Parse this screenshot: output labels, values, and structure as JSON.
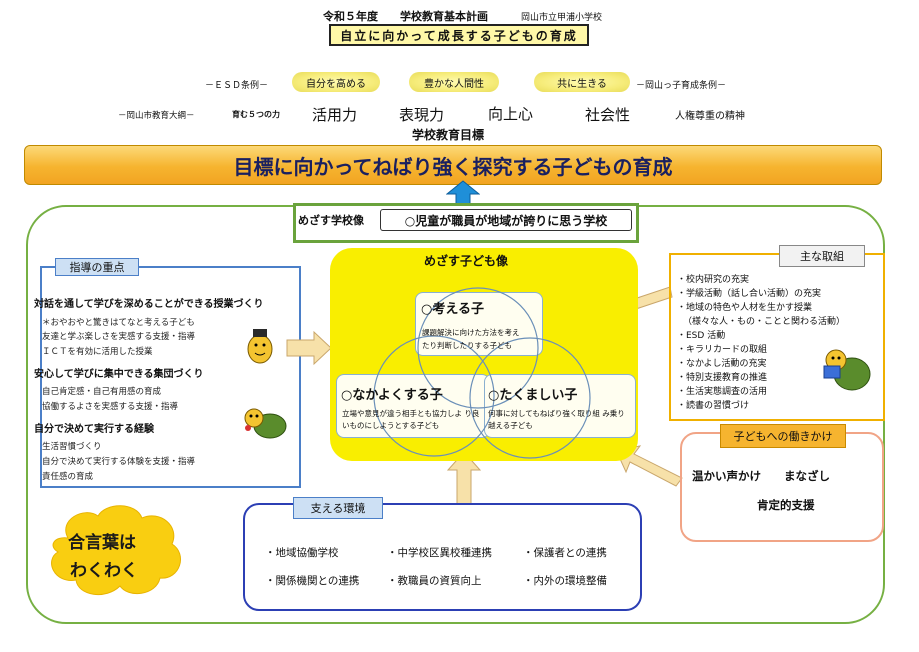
{
  "header": {
    "year_plan": "令和５年度　　学校教育基本計画",
    "school": "岡山市立甲浦小学校",
    "subtitle": "自立に向かって成長する子どもの育成"
  },
  "row_esd": {
    "left_label": "－ＥＳＤ条例－",
    "right_label": "－岡山っ子育成条例－",
    "pills": [
      "自分を高める",
      "豊かな人間性",
      "共に生きる"
    ]
  },
  "row_outline": {
    "left_label": "－岡山市教育大綱－",
    "sub_label": "育む５つの力",
    "powers": [
      "活用力",
      "表現力",
      "向上心",
      "社会性",
      "人権尊重の精神"
    ]
  },
  "school_goal": {
    "heading": "学校教育目標",
    "text": "目標に向かってねばり強く探究する子どもの育成"
  },
  "aim_school": {
    "label": "めざす学校像",
    "text": "○児童が職員が地域が誇りに思う学校"
  },
  "guidance": {
    "title": "指導の重点",
    "sections": [
      {
        "heading": "対話を通して学びを深めることができる授業づくり",
        "items": [
          "＊おやおやと驚きはてなと考える子ども",
          "友達と学ぶ楽しさを実感する支援・指導",
          "ＩＣＴを有効に活用した授業"
        ]
      },
      {
        "heading": "安心して学びに集中できる集団づくり",
        "items": [
          "自己肯定感・自己有用感の育成",
          "協働するよさを実感する支援・指導"
        ]
      },
      {
        "heading": "自分で決めて実行する経験",
        "items": [
          "生活習慣づくり",
          "自分で決めて実行する体験を支援・指導",
          "責任感の育成"
        ]
      }
    ]
  },
  "child_image": {
    "title": "めざす子ども像",
    "think": {
      "title": "○考える子",
      "desc": [
        "課題解決に向けた方法を考え",
        "たり判断したりする子ども"
      ]
    },
    "friendly": {
      "title": "○なかよくする子",
      "desc": "立場や意見が違う相手とも協力しよ り良いものにしようとする子ども"
    },
    "strong": {
      "title": "○たくましい子",
      "desc": "何事に対してもねばり強く取り組 み乗り越える子ども"
    }
  },
  "initiatives": {
    "title": "主な取組",
    "items": [
      "・校内研究の充実",
      "・学級活動（話し合い活動）の充実",
      "・地域の特色や人材を生かす授業",
      "（様々な人・もの・ことと関わる活動）",
      "・ESD 活動",
      "・キラリカードの取組",
      "・なかよし活動の充実",
      "・特別支援教育の推進",
      "・生活実態調査の活用",
      "・読書の習慣づけ"
    ]
  },
  "child_work": {
    "title": "子どもへの働きかけ",
    "line1": "温かい声かけ　　まなざし",
    "line2": "肯定的支援"
  },
  "environment": {
    "title": "支える環境",
    "items": [
      "・地域協働学校",
      "・中学校区異校種連携",
      "・保護者との連携",
      "・関係機関との連携",
      "・教職員の資質向上",
      "・内外の環境整備"
    ]
  },
  "motto": {
    "line1": "合言葉は",
    "line2": "わくわく"
  },
  "colors": {
    "goal_bar": "#f6b42f",
    "frame_green": "#76b043",
    "guidance_blue": "#4b7fc8",
    "center_yellow": "#f9ee00",
    "initiatives_orange": "#f0b000",
    "env_navy": "#2c3fb4",
    "child_work_pink": "#f1a486",
    "arrow_beige": "#f7e1a9",
    "arrow_blue": "#1f8fd8"
  }
}
